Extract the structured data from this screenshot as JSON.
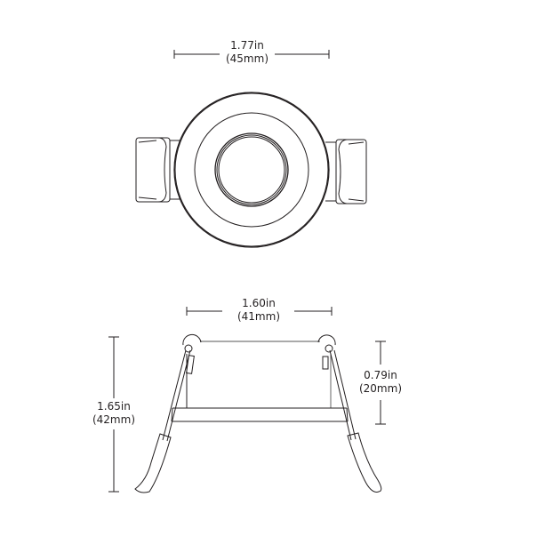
{
  "diagram": {
    "top_view": {
      "width_dimension": {
        "imperial": "1.77in",
        "metric": "(45mm)"
      }
    },
    "side_view": {
      "width_dimension": {
        "imperial": "1.60in",
        "metric": "(41mm)"
      },
      "total_height_dimension": {
        "imperial": "1.65in",
        "metric": "(42mm)"
      },
      "housing_height_dimension": {
        "imperial": "0.79in",
        "metric": "(20mm)"
      }
    },
    "colors": {
      "line": "#231f20",
      "background": "#ffffff"
    }
  }
}
